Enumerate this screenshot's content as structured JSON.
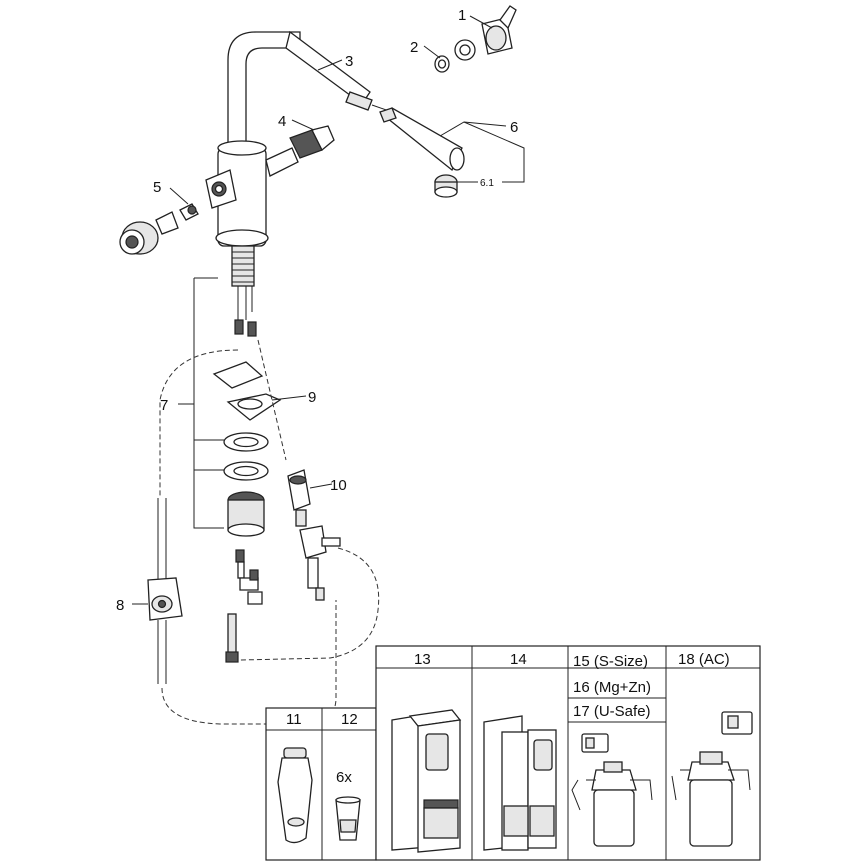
{
  "callouts": {
    "c1": "1",
    "c2": "2",
    "c3": "3",
    "c4": "4",
    "c5": "5",
    "c6": "6",
    "c6_1": "6.1",
    "c7": "7",
    "c8": "8",
    "c9": "9",
    "c10": "10"
  },
  "accessory_boxes": {
    "b11": "11",
    "b12": "12",
    "b12_qty": "6x",
    "b13": "13",
    "b14": "14",
    "b15": "15 (S-Size)",
    "b16": "16 (Mg+Zn)",
    "b17": "17 (U-Safe)",
    "b18": "18 (AC)"
  }
}
